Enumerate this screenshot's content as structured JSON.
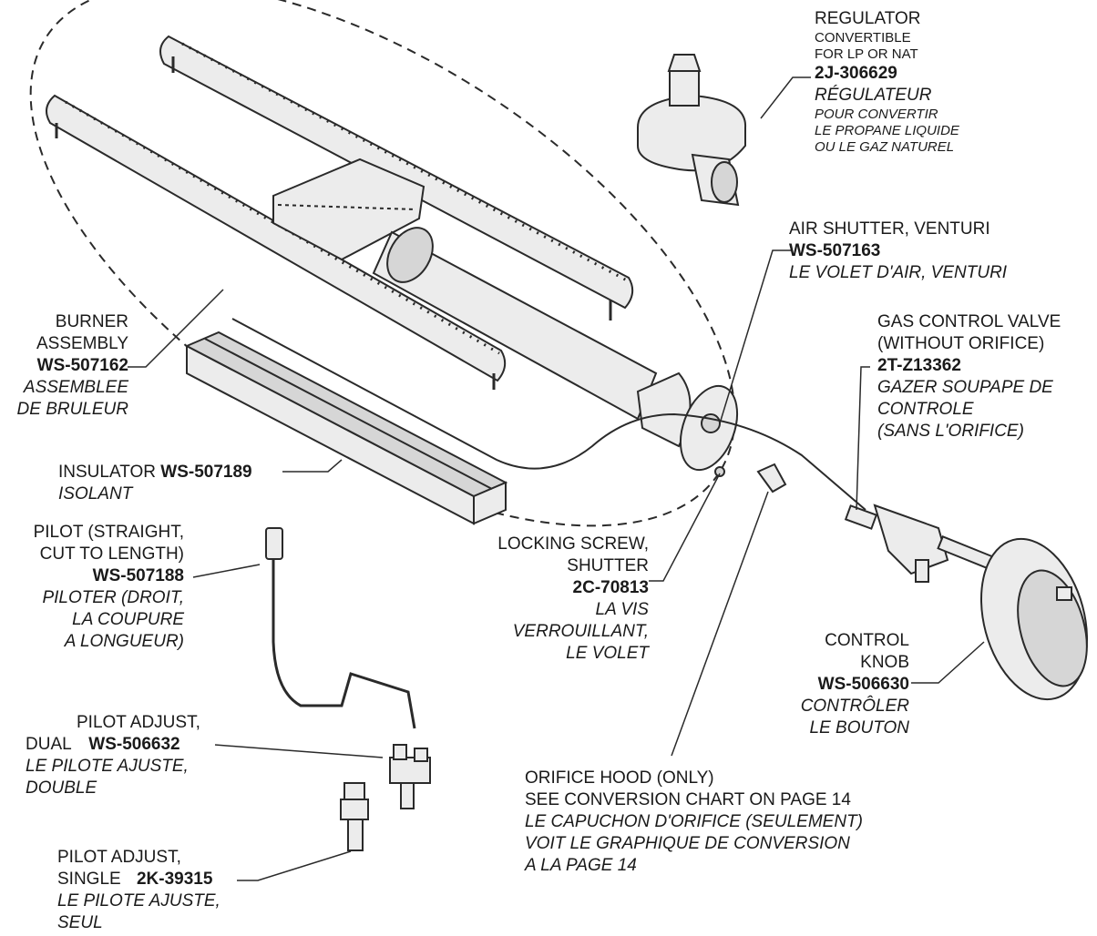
{
  "callouts": {
    "regulator": {
      "line1": "REGULATOR",
      "line2": "CONVERTIBLE",
      "line3": "FOR LP OR NAT",
      "part_no": "2J-306629",
      "fr1": "RÉGULATEUR",
      "fr2": "POUR CONVERTIR",
      "fr3": "LE PROPANE LIQUIDE",
      "fr4": "OU LE GAZ NATUREL"
    },
    "air_shutter": {
      "line1": "AIR SHUTTER, VENTURI",
      "part_no": "WS-507163",
      "fr1": "LE VOLET D'AIR, VENTURI"
    },
    "gas_valve": {
      "line1": "GAS CONTROL VALVE",
      "line2": "(WITHOUT ORIFICE)",
      "part_no": "2T-Z13362",
      "fr1": "GAZER SOUPAPE DE",
      "fr2": "CONTROLE",
      "fr3": "(SANS L'ORIFICE)"
    },
    "burner": {
      "line1": "BURNER",
      "line2": "ASSEMBLY",
      "part_no": "WS-507162",
      "fr1": "ASSEMBLEE",
      "fr2": "DE BRULEUR"
    },
    "insulator": {
      "line1": "INSULATOR",
      "part_no": "WS-507189",
      "fr1": "ISOLANT"
    },
    "pilot": {
      "line1": "PILOT (STRAIGHT,",
      "line2": "CUT TO LENGTH)",
      "part_no": "WS-507188",
      "fr1": "PILOTER (DROIT,",
      "fr2": "LA COUPURE",
      "fr3": "A LONGUEUR)"
    },
    "locking_screw": {
      "line1": "LOCKING SCREW,",
      "line2": "SHUTTER",
      "part_no": "2C-70813",
      "fr1": "LA VIS",
      "fr2": "VERROUILLANT,",
      "fr3": "LE VOLET"
    },
    "control_knob": {
      "line1": "CONTROL",
      "line2": "KNOB",
      "part_no": "WS-506630",
      "fr1": "CONTRÔLER",
      "fr2": "LE BOUTON"
    },
    "pilot_dual": {
      "line1": "PILOT ADJUST,",
      "line2": "DUAL",
      "part_no": "WS-506632",
      "fr1": "LE PILOTE AJUSTE,",
      "fr2": "DOUBLE"
    },
    "orifice_hood": {
      "line1": "ORIFICE HOOD (ONLY)",
      "line2": "SEE CONVERSION CHART ON PAGE 14",
      "fr1": "LE CAPUCHON D'ORIFICE (SEULEMENT)",
      "fr2": "VOIT LE GRAPHIQUE DE CONVERSION",
      "fr3": "A LA PAGE 14"
    },
    "pilot_single": {
      "line1": "PILOT ADJUST,",
      "line2": "SINGLE",
      "part_no": "2K-39315",
      "fr1": "LE PILOTE AJUSTE,",
      "fr2": "SEUL"
    }
  }
}
